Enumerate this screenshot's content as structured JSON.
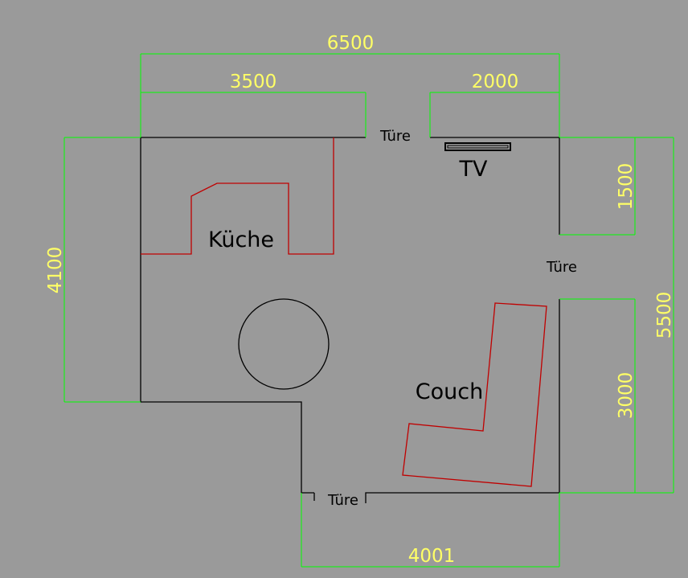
{
  "colors": {
    "background": "#9a9a9a",
    "walls": "#000000",
    "furniture": "#c00000",
    "dimension_lines": "#00ff00",
    "dimension_text": "#ffff66"
  },
  "dimensions": {
    "overall_width": "6500",
    "top_left_segment": "3500",
    "top_right_segment": "2000",
    "left_height": "4100",
    "right_top_segment": "1500",
    "right_total": "5500",
    "right_bottom_segment": "3000",
    "bottom_width": "4001"
  },
  "labels": {
    "door_top": "Türe",
    "door_right": "Türe",
    "door_bottom": "Türe",
    "tv": "TV",
    "kitchen": "Küche",
    "couch": "Couch"
  }
}
